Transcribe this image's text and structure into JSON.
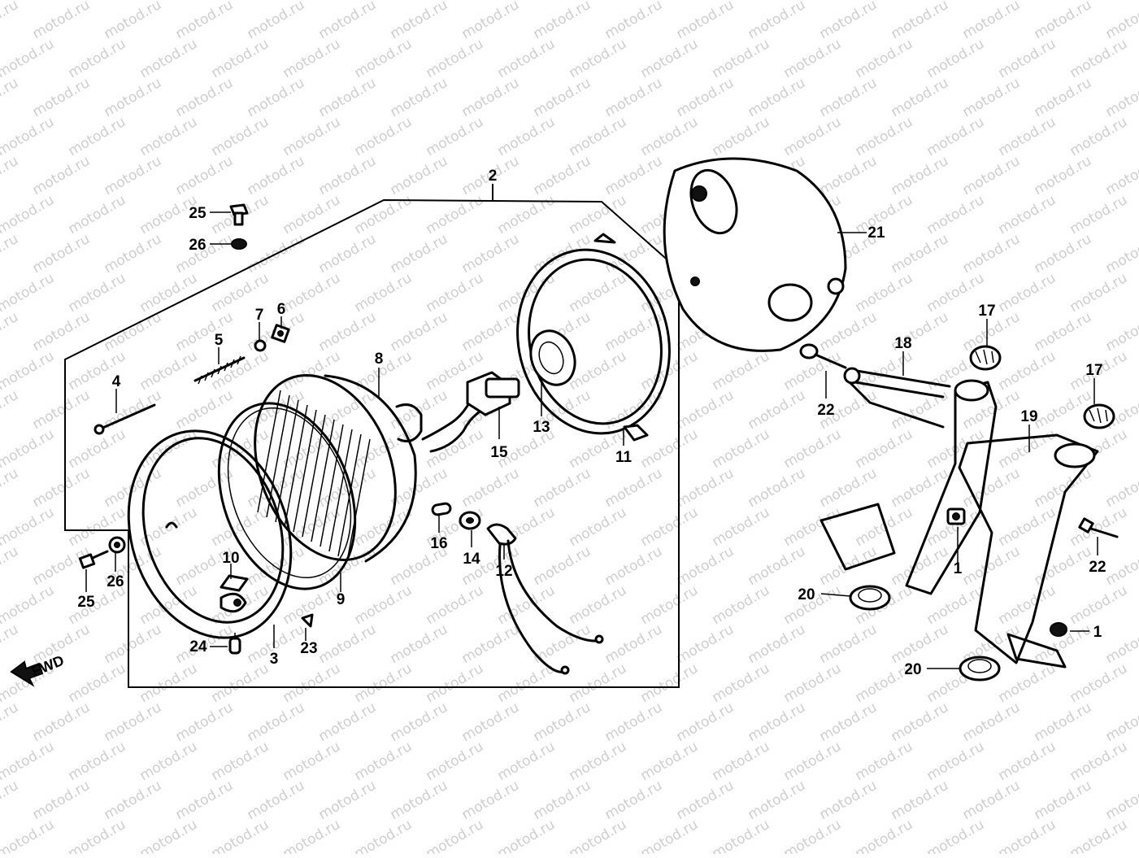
{
  "watermark": {
    "text": "motod.ru",
    "color": "#cfcfcf"
  },
  "direction_label": "FWD",
  "callouts": {
    "c1a": "1",
    "c1b": "1",
    "c2": "2",
    "c3": "3",
    "c4": "4",
    "c5": "5",
    "c6": "6",
    "c7": "7",
    "c8": "8",
    "c9": "9",
    "c10": "10",
    "c11": "11",
    "c12": "12",
    "c13": "13",
    "c14": "14",
    "c15": "15",
    "c16": "16",
    "c17a": "17",
    "c17b": "17",
    "c18": "18",
    "c19": "19",
    "c20a": "20",
    "c20b": "20",
    "c21": "21",
    "c22a": "22",
    "c22b": "22",
    "c23": "23",
    "c24": "24",
    "c25a": "25",
    "c25b": "25",
    "c26a": "26",
    "c26b": "26"
  }
}
